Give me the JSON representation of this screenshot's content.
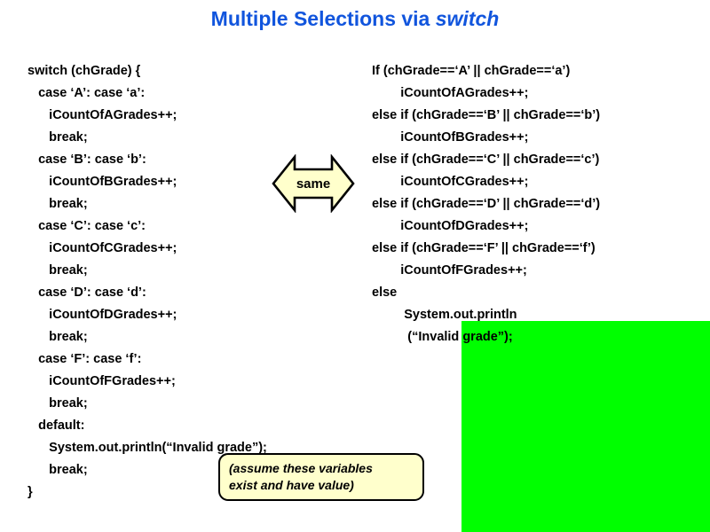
{
  "slide": {
    "title_main": "Multiple Selections via ",
    "title_keyword": "switch",
    "title_color": "#1155DD",
    "background_color": "#ffffff"
  },
  "code_left": {
    "name": "switch-statement-code",
    "lines": [
      "switch (chGrade) {",
      "   case ‘A’: case ‘a’:",
      "      iCountOfAGrades++;",
      "      break;",
      "   case ‘B’: case ‘b’:",
      "      iCountOfBGrades++;",
      "      break;",
      "   case ‘C’: case ‘c’:",
      "      iCountOfCGrades++;",
      "      break;",
      "   case ‘D’: case ‘d’:",
      "      iCountOfDGrades++;",
      "      break;",
      "   case ‘F’: case ‘f’:",
      "      iCountOfFGrades++;",
      "      break;",
      "   default:",
      "      System.out.println(“Invalid grade”);",
      "      break;",
      "}"
    ]
  },
  "code_right": {
    "name": "if-else-statement-code",
    "lines": [
      "If (chGrade==‘A’ || chGrade==‘a’)",
      "        iCountOfAGrades++;",
      "else if (chGrade==‘B’ || chGrade==‘b’)",
      "        iCountOfBGrades++;",
      "else if (chGrade==‘C’ || chGrade==‘c’)",
      "        iCountOfCGrades++;",
      "else if (chGrade==‘D’ || chGrade==‘d’)",
      "        iCountOfDGrades++;",
      "else if (chGrade==‘F’ || chGrade==‘f’)",
      "        iCountOfFGrades++;",
      "else",
      "         System.out.println",
      "          (“Invalid grade”);"
    ]
  },
  "same_arrow": {
    "label": "same",
    "fill_color": "#FFFFCC",
    "stroke_color": "#000000"
  },
  "assume_callout": {
    "line1": "(assume these variables",
    "line2": "exist and have value)",
    "fill_color": "#FFFFCC",
    "border_color": "#000000"
  },
  "green_rect": {
    "color": "#00FF00"
  }
}
